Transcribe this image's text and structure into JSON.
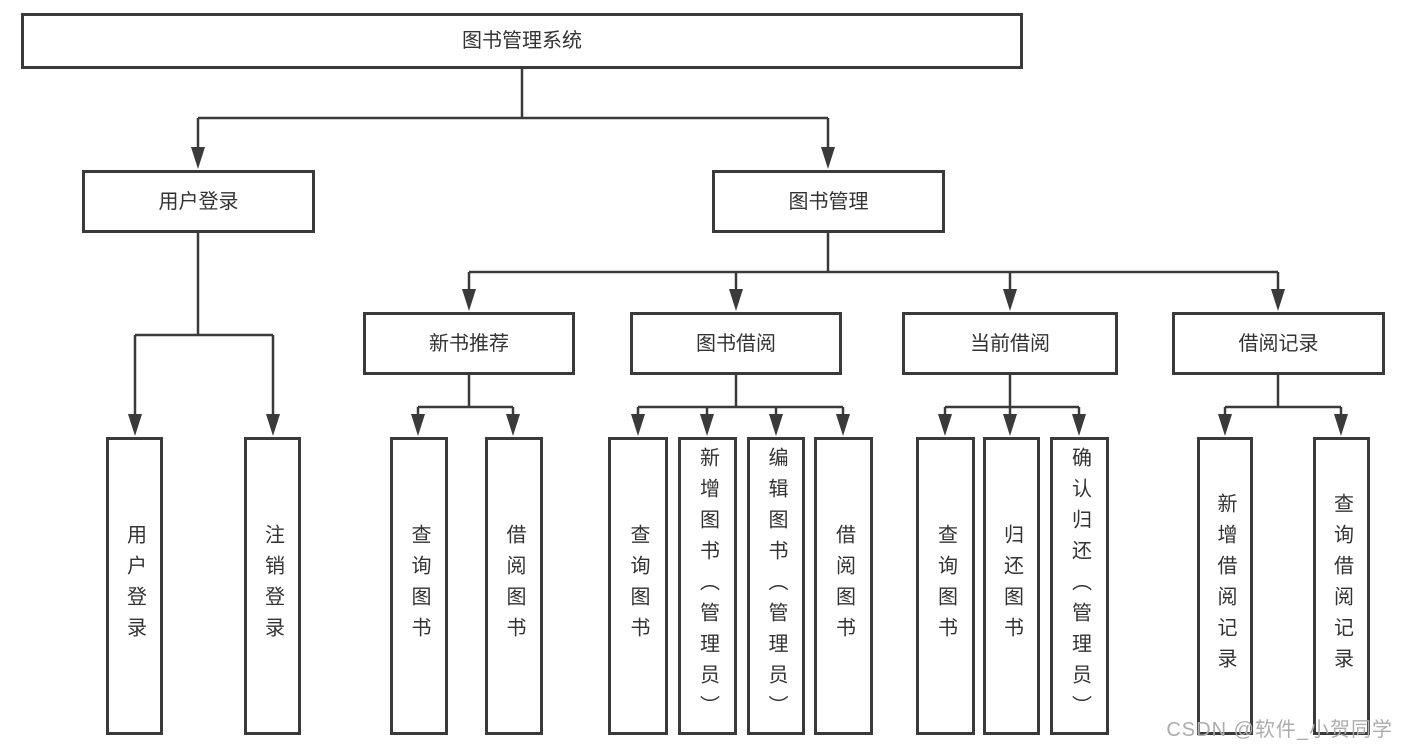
{
  "tree": {
    "label": "图书管理系统",
    "children": [
      {
        "label": "用户登录",
        "children": [
          {
            "label": "用户登录"
          },
          {
            "label": "注销登录"
          }
        ]
      },
      {
        "label": "图书管理",
        "children": [
          {
            "label": "新书推荐",
            "children": [
              {
                "label": "查询图书"
              },
              {
                "label": "借阅图书"
              }
            ]
          },
          {
            "label": "图书借阅",
            "children": [
              {
                "label": "查询图书"
              },
              {
                "label": "新增图书（管理员）"
              },
              {
                "label": "编辑图书（管理员）"
              },
              {
                "label": "借阅图书"
              }
            ]
          },
          {
            "label": "当前借阅",
            "children": [
              {
                "label": "查询图书"
              },
              {
                "label": "归还图书"
              },
              {
                "label": "确认归还（管理员）"
              }
            ]
          },
          {
            "label": "借阅记录",
            "children": [
              {
                "label": "新增借阅记录"
              },
              {
                "label": "查询借阅记录"
              }
            ]
          }
        ]
      }
    ]
  },
  "watermark": {
    "text": "CSDN @软件_小贺同学"
  },
  "colors": {
    "line": "#3a3a3a",
    "node_border": "#3a3a3a",
    "node_text": "#333333",
    "background": "#ffffff",
    "watermark_text": "#adadad"
  }
}
